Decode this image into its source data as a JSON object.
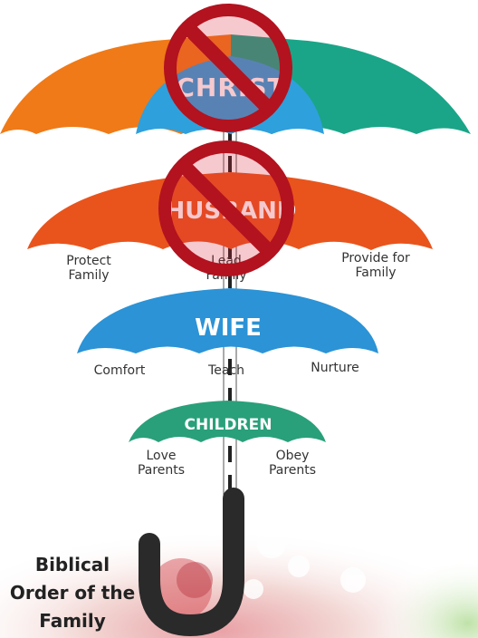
{
  "colors": {
    "christ_left": "#f07a17",
    "christ_middle": "#2ea0dc",
    "christ_right": "#1aa588",
    "husband": "#e9541c",
    "wife": "#2b93d6",
    "children": "#29a07a",
    "handle": "#2a2a2a",
    "prohibition": "#c8102e"
  },
  "umbrellas": {
    "christ": {
      "title": "CHRIST"
    },
    "husband": {
      "title": "HUSBAND",
      "labels": [
        "Protect Family",
        "Lead Family",
        "Provide for Family"
      ]
    },
    "wife": {
      "title": "WIFE",
      "labels": [
        "Comfort",
        "Teach",
        "Nurture"
      ]
    },
    "children": {
      "title": "CHILDREN",
      "labels": [
        "Love Parents",
        "Obey Parents"
      ]
    }
  },
  "caption": {
    "line1": "Biblical",
    "line2": "Order of the",
    "line3": "Family"
  },
  "prohibition_signs": [
    "prohibition-icon",
    "prohibition-icon"
  ]
}
